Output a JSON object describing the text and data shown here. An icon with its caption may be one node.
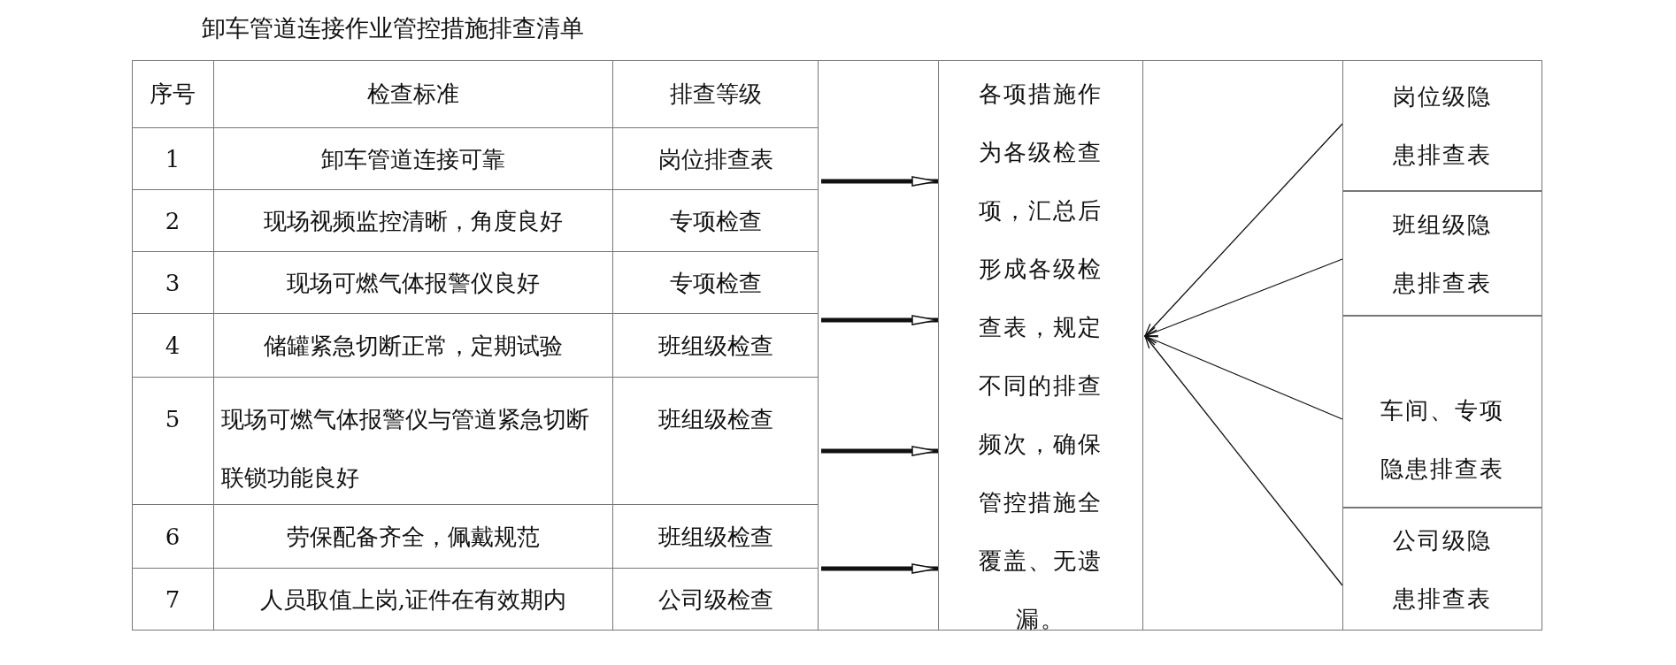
{
  "diagram": {
    "title": "卸车管道连接作业管控措施排查清单",
    "nodes": [
      {
        "text": [
          "各项措施作为各级检查项，汇总后形成各级检查表，规定不同的排查频次，确保管控措施全覆盖、无遗漏。"
        ]
      },
      {
        "text": [
          "岗位级隐患排查表"
        ]
      },
      {
        "text": [
          "班组级隐患排查表"
        ]
      },
      {
        "text": [
          "车间、专项隐患排查表"
        ]
      },
      {
        "text": [
          "公司级隐患排查表"
        ]
      }
    ],
    "edges": [
      {
        "from": null,
        "to": 0,
        "arrow": "to",
        "style": "thick"
      },
      {
        "from": null,
        "to": 0,
        "arrow": "to",
        "style": "thick"
      },
      {
        "from": null,
        "to": 0,
        "arrow": "to",
        "style": "thick"
      },
      {
        "from": null,
        "to": 0,
        "arrow": "to",
        "style": "thick"
      },
      {
        "from": 1,
        "to": 0,
        "arrow": "to"
      },
      {
        "from": 2,
        "to": 0,
        "arrow": "to"
      },
      {
        "from": 3,
        "to": 0,
        "arrow": "to"
      },
      {
        "from": 4,
        "to": 0,
        "arrow": "to"
      }
    ],
    "labels": [
      "序号",
      "检查标准",
      "排查等级",
      "1",
      "卸车管道连接可靠",
      "岗位排查表",
      "2",
      "现场视频监控清晰，角度良好",
      "专项检查",
      "3",
      "现场可燃气体报警仪良好",
      "专项检查",
      "4",
      "储罐紧急切断正常，定期试验",
      "班组级检查",
      "5",
      "现场可燃气体报警仪与管道紧急切断联锁功能良好",
      "班组级检查",
      "6",
      "劳保配备齐全，佩戴规范",
      "班组级检查",
      "7",
      "人员取值上岗,证件在有效期内",
      "公司级检查"
    ]
  }
}
